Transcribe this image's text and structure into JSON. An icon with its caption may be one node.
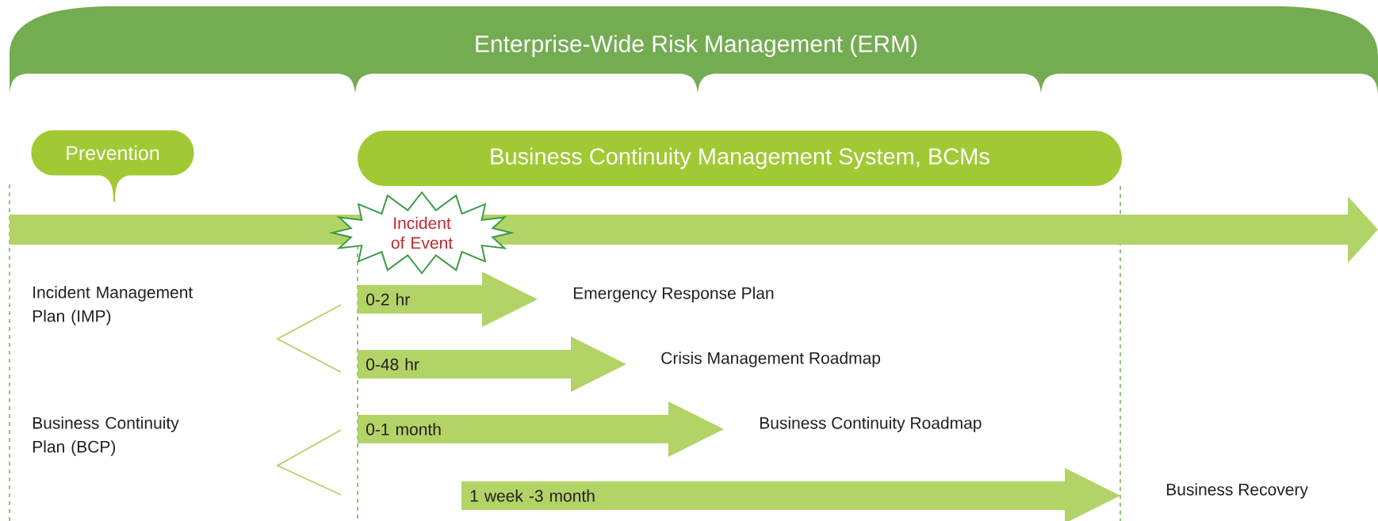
{
  "diagram": {
    "nodes": [
      {
        "text": [
          "Enterprise-Wide Risk Management (ERM)"
        ]
      },
      {
        "text": [
          "Prevention"
        ]
      },
      {
        "text": [
          "Business Continuity Management System, BCMs"
        ]
      },
      {
        "text": [
          "Incident of Event"
        ]
      },
      {
        "text": [
          "0-2 hr"
        ],
        "beside": [
          "Emergency Response Plan"
        ]
      },
      {
        "text": [
          "0-48 hr"
        ],
        "beside": [
          "Crisis Management Roadmap"
        ]
      },
      {
        "text": [
          "0-1 month"
        ],
        "beside": [
          "Business Continuity Roadmap"
        ]
      },
      {
        "text": [
          "1 week -3 month"
        ],
        "beside": [
          "Business Recovery"
        ]
      }
    ],
    "labels": [
      "Incident Management Plan (IMP)",
      "Business Continuity Plan (BCP)"
    ]
  }
}
